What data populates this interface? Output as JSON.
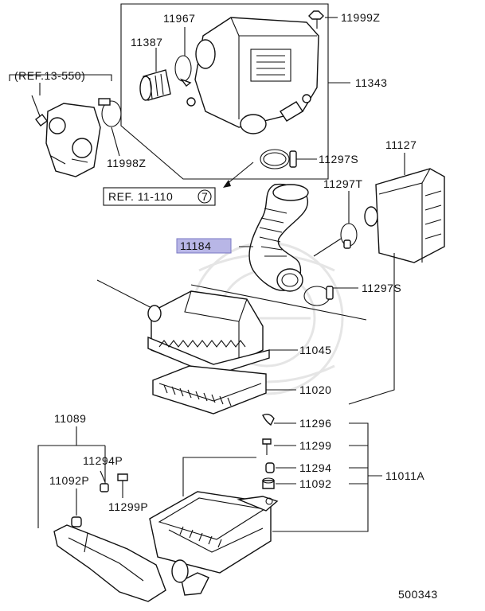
{
  "diagram": {
    "labels": {
      "p11967": "11967",
      "p11999z": "11999Z",
      "p11387": "11387",
      "p11343": "11343",
      "ref13550": "(REF.13-550)",
      "p11998z": "11998Z",
      "ref11110": "REF. 11-110",
      "ref11110_num": "7",
      "p11297s_top": "11297S",
      "p11127": "11127",
      "p11297t": "11297T",
      "p11184": "11184",
      "p11297s_mid": "11297S",
      "p11045": "11045",
      "p11020": "11020",
      "p11089": "11089",
      "p11296": "11296",
      "p11294p": "11294P",
      "p11299": "11299",
      "p11092p": "11092P",
      "p11294": "11294",
      "p11011a": "11011A",
      "p11092": "11092",
      "p11299p": "11299P",
      "diagram_no": "500343"
    },
    "highlight_color": "#b8b6e6"
  }
}
